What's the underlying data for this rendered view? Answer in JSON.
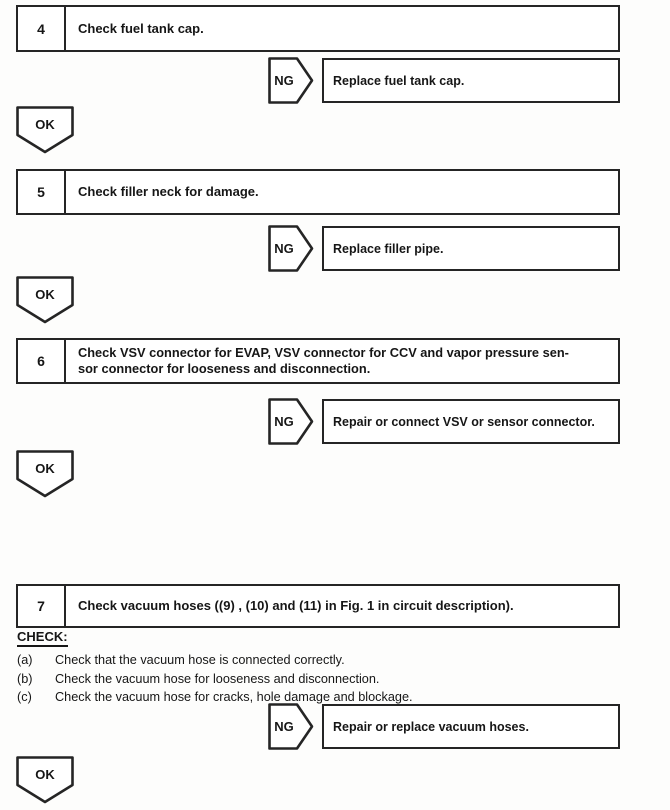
{
  "labels": {
    "ng": "NG",
    "ok": "OK"
  },
  "steps": [
    {
      "number": "4",
      "title": "Check fuel tank cap.",
      "ng_action": "Replace fuel tank cap."
    },
    {
      "number": "5",
      "title": "Check filler neck for damage.",
      "ng_action": "Replace filler pipe."
    },
    {
      "number": "6",
      "title_line1": "Check VSV connector for EVAP, VSV connector for CCV and vapor pressure sen-",
      "title_line2": "sor connector for looseness and disconnection.",
      "ng_action": "Repair or connect VSV or sensor connector."
    },
    {
      "number": "7",
      "title": "Check vacuum hoses ((9) , (10) and (11) in Fig. 1 in circuit description).",
      "ng_action": "Repair or replace vacuum hoses."
    }
  ],
  "check_section": {
    "heading": "CHECK:",
    "items": [
      {
        "label": "(a)",
        "text": "Check that the vacuum hose is connected correctly."
      },
      {
        "label": "(b)",
        "text": "Check the vacuum hose for looseness and disconnection."
      },
      {
        "label": "(c)",
        "text": "Check the vacuum hose for cracks, hole damage and blockage."
      }
    ]
  },
  "colors": {
    "ink": "#161616",
    "border": "#252525",
    "background": "#ffffff"
  }
}
